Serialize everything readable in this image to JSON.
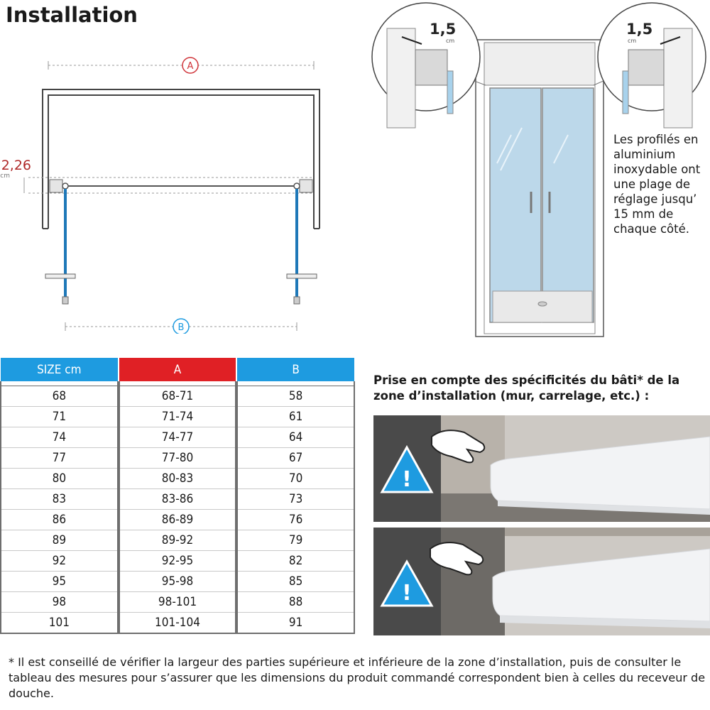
{
  "title": "Installation",
  "plan": {
    "dim_a_label": "A",
    "dim_b_label": "B",
    "offset_value": "2,26",
    "offset_unit": "cm"
  },
  "profile": {
    "value": "1,5",
    "unit": "cm",
    "note_lines": [
      "Les profilés en",
      "aluminium",
      "inoxydable ont",
      "une plage de",
      "réglage jusqu’",
      "15 mm de",
      "chaque côté."
    ]
  },
  "table": {
    "headers": [
      "SIZE cm",
      "A",
      "B"
    ],
    "rows": [
      [
        "68",
        "68-71",
        "58"
      ],
      [
        "71",
        "71-74",
        "61"
      ],
      [
        "74",
        "74-77",
        "64"
      ],
      [
        "77",
        "77-80",
        "67"
      ],
      [
        "80",
        "80-83",
        "70"
      ],
      [
        "83",
        "83-86",
        "73"
      ],
      [
        "86",
        "86-89",
        "76"
      ],
      [
        "89",
        "89-92",
        "79"
      ],
      [
        "92",
        "92-95",
        "82"
      ],
      [
        "95",
        "95-98",
        "85"
      ],
      [
        "98",
        "98-101",
        "88"
      ],
      [
        "101",
        "101-104",
        "91"
      ]
    ]
  },
  "spec": {
    "heading": "Prise en compte des spécificités du bâti* de la zone d’installation (mur, carrelage, etc.) :",
    "warning_symbol": "!"
  },
  "footnote": "* Il est conseillé de vérifier la largeur des parties supérieure et inférieure de la zone d’installation, puis de consulter le tableau des mesures pour s’assurer que les dimensions du produit commandé correspondent bien à celles du receveur de douche.",
  "colors": {
    "blue": "#1e9be0",
    "red": "#e02025",
    "dim_red": "#b02a2a",
    "glass": "#bcd8ea",
    "warning_blue": "#1e9be0"
  }
}
